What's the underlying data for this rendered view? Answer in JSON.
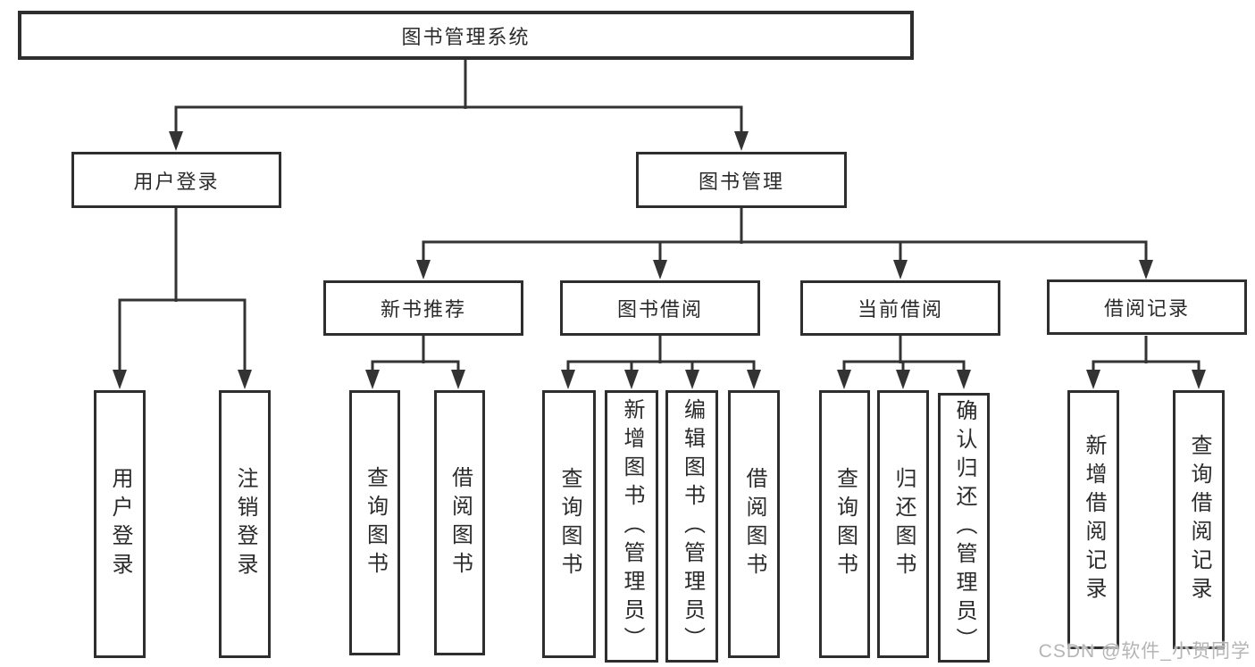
{
  "tree": {
    "label": "图书管理系统",
    "children": [
      {
        "label": "用户登录",
        "children": [
          {
            "label": "用户登录"
          },
          {
            "label": "注销登录"
          }
        ]
      },
      {
        "label": "图书管理",
        "children": [
          {
            "label": "新书推荐",
            "children": [
              {
                "label": "查询图书"
              },
              {
                "label": "借阅图书"
              }
            ]
          },
          {
            "label": "图书借阅",
            "children": [
              {
                "label": "查询图书"
              },
              {
                "label": "新增图书（管理员）"
              },
              {
                "label": "编辑图书（管理员）"
              },
              {
                "label": "借阅图书"
              }
            ]
          },
          {
            "label": "当前借阅",
            "children": [
              {
                "label": "查询图书"
              },
              {
                "label": "归还图书"
              },
              {
                "label": "确认归还（管理员）"
              }
            ]
          },
          {
            "label": "借阅记录",
            "children": [
              {
                "label": "新增借阅记录"
              },
              {
                "label": "查询借阅记录"
              }
            ]
          }
        ]
      }
    ]
  },
  "watermark": {
    "text": "CSDN @软件_小贺同学"
  },
  "colors": {
    "line": "#333333",
    "border": "#2e2e2e",
    "text": "#2b2b2b",
    "background": "#ffffff",
    "watermark": "#b5b5b5"
  }
}
